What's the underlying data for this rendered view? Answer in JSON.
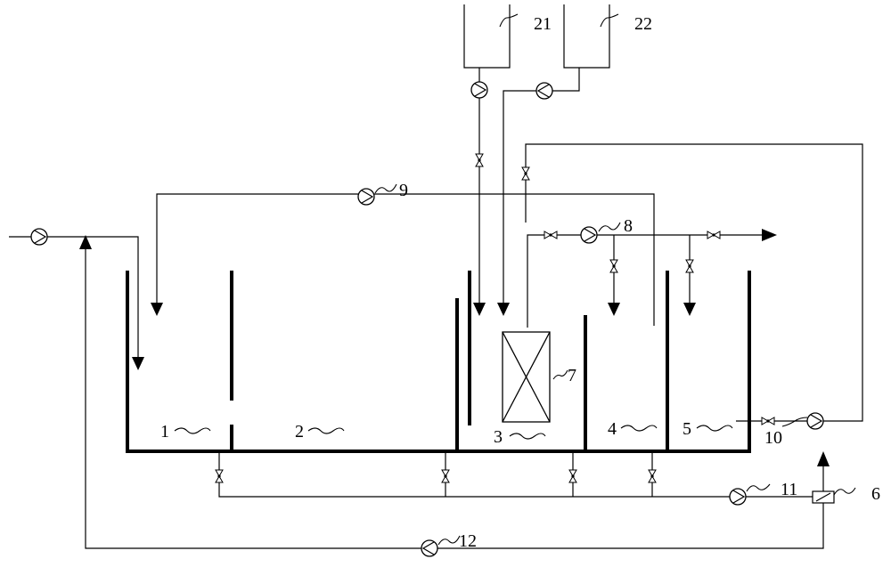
{
  "labels": {
    "zone_1": "1",
    "zone_2": "2",
    "zone_3": "3",
    "zone_4": "4",
    "zone_5": "5",
    "separator_6": "6",
    "module_7": "7",
    "pump_8": "8",
    "pump_9": "9",
    "pump_10": "10",
    "pump_11": "11",
    "pump_12": "12",
    "tank_21": "21",
    "tank_22": "22"
  },
  "colors": {
    "stroke": "#000000",
    "background": "#ffffff"
  }
}
